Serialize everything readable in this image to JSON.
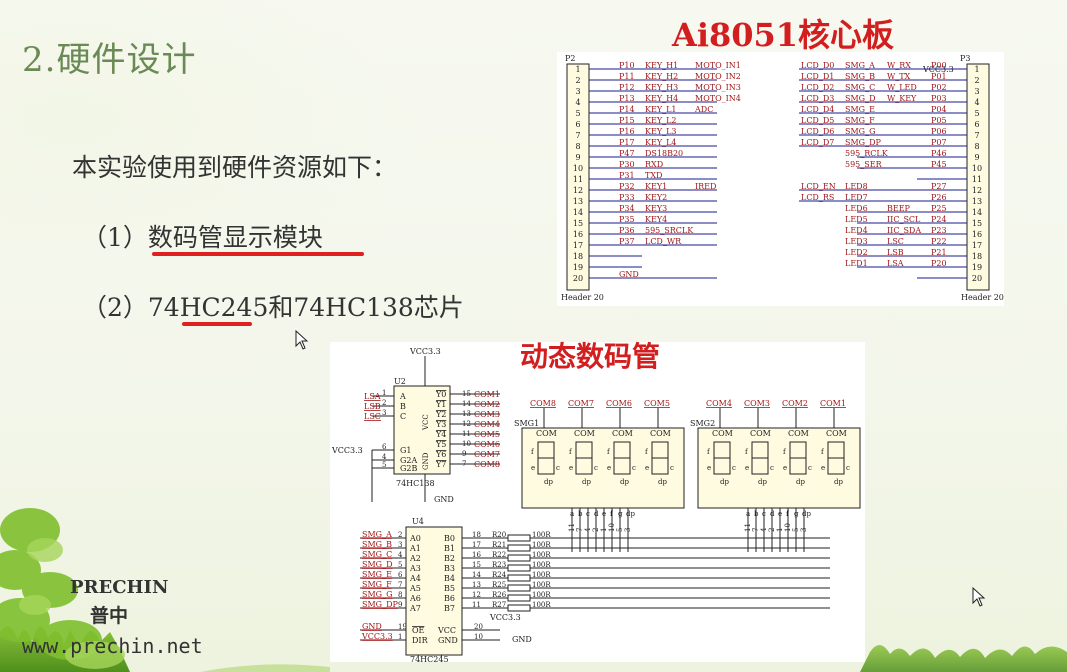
{
  "slide": {
    "title": "2.硬件设计",
    "intro": "本实验使用到硬件资源如下：",
    "items": [
      "（1）数码管显示模块",
      "（2）74HC245和74HC138芯片"
    ],
    "brand_en": "PRECHIN",
    "brand_cn": "普中",
    "website": "www.prechin.net"
  },
  "schematic1": {
    "title": "Ai8051核心板",
    "p2_label": "P2",
    "p2_footer": "Header 20",
    "p3_label": "P3",
    "p3_footer": "Header 20",
    "vcc": "VCC3.3",
    "p2_rows": [
      [
        "P10",
        "KEY_H1",
        "MOTO_IN1"
      ],
      [
        "P11",
        "KEY_H2",
        "MOTO_IN2"
      ],
      [
        "P12",
        "KEY_H3",
        "MOTO_IN3"
      ],
      [
        "P13",
        "KEY_H4",
        "MOTO_IN4"
      ],
      [
        "P14",
        "KEY_L1",
        "ADC"
      ],
      [
        "P15",
        "KEY_L2",
        ""
      ],
      [
        "P16",
        "KEY_L3",
        ""
      ],
      [
        "P17",
        "KEY_L4",
        ""
      ],
      [
        "P47",
        "DS18B20",
        ""
      ],
      [
        "P30",
        "RXD",
        ""
      ],
      [
        "P31",
        "TXD",
        ""
      ],
      [
        "P32",
        "KEY1",
        "IRED"
      ],
      [
        "P33",
        "KEY2",
        ""
      ],
      [
        "P34",
        "KEY3",
        ""
      ],
      [
        "P35",
        "KEY4",
        ""
      ],
      [
        "P36",
        "595_SRCLK",
        ""
      ],
      [
        "P37",
        "LCD_WR",
        ""
      ],
      [
        "",
        "",
        ""
      ],
      [
        "",
        "",
        ""
      ],
      [
        "GND",
        "",
        ""
      ]
    ],
    "p3_rows": [
      [
        "LCD_D0",
        "SMG_A",
        "W_RX",
        "P00"
      ],
      [
        "LCD_D1",
        "SMG_B",
        "W_TX",
        "P01"
      ],
      [
        "LCD_D2",
        "SMG_C",
        "W_LED",
        "P02"
      ],
      [
        "LCD_D3",
        "SMG_D",
        "W_KEY",
        "P03"
      ],
      [
        "LCD_D4",
        "SMG_E",
        "",
        "P04"
      ],
      [
        "LCD_D5",
        "SMG_F",
        "",
        "P05"
      ],
      [
        "LCD_D6",
        "SMG_G",
        "",
        "P06"
      ],
      [
        "LCD_D7",
        "SMG_DP",
        "",
        "P07"
      ],
      [
        "",
        "595_RCLK",
        "",
        "P46"
      ],
      [
        "",
        "595_SER",
        "",
        "P45"
      ],
      [
        "",
        "",
        "",
        ""
      ],
      [
        "LCD_EN",
        "LED8",
        "",
        "P27"
      ],
      [
        "LCD_RS",
        "LED7",
        "",
        "P26"
      ],
      [
        "",
        "LED6",
        "BEEP",
        "P25"
      ],
      [
        "",
        "LED5",
        "IIC_SCL",
        "P24"
      ],
      [
        "",
        "LED4",
        "IIC_SDA",
        "P23"
      ],
      [
        "",
        "LED3",
        "LSC",
        "P22"
      ],
      [
        "",
        "LED2",
        "LSB",
        "P21"
      ],
      [
        "",
        "LED1",
        "LSA",
        "P20"
      ],
      [
        "",
        "",
        "",
        ""
      ]
    ]
  },
  "schematic2": {
    "title": "动态数码管",
    "u2": "U2",
    "u2_part": "74HC138",
    "u4": "U4",
    "u4_part": "74HC245",
    "vcc": "VCC3.3",
    "gnd": "GND",
    "lsa": [
      "LSA",
      "LSB",
      "LSC"
    ],
    "u2_left_pins": [
      "A",
      "B",
      "C",
      "G1",
      "G2A",
      "G2B"
    ],
    "u2_left_nums": [
      "1",
      "2",
      "3",
      "6",
      "4",
      "5"
    ],
    "u2_right_pins": [
      "Y0",
      "Y1",
      "Y2",
      "Y3",
      "Y4",
      "Y5",
      "Y6",
      "Y7"
    ],
    "u2_right_nums": [
      "15",
      "14",
      "13",
      "12",
      "11",
      "10",
      "9",
      "7"
    ],
    "coms": [
      "COM1",
      "COM2",
      "COM3",
      "COM4",
      "COM5",
      "COM6",
      "COM7",
      "COM8"
    ],
    "smg1": "SMG1",
    "smg2": "SMG2",
    "smg1_coms": [
      "COM8",
      "COM7",
      "COM6",
      "COM5"
    ],
    "smg2_coms": [
      "COM4",
      "COM3",
      "COM2",
      "COM1"
    ],
    "seg_pins": [
      "11",
      "7",
      "4",
      "2",
      "1",
      "10",
      "5",
      "3"
    ],
    "seg_letters": [
      "a",
      "b",
      "c",
      "d",
      "e",
      "f",
      "g",
      "dp"
    ],
    "u4_inputs": [
      "SMG_A",
      "SMG_B",
      "SMG_C",
      "SMG_D",
      "SMG_E",
      "SMG_F",
      "SMG_G",
      "SMG_DP"
    ],
    "u4_in_nums": [
      "2",
      "3",
      "4",
      "5",
      "6",
      "7",
      "8",
      "9"
    ],
    "u4_a": [
      "A0",
      "A1",
      "A2",
      "A3",
      "A4",
      "A5",
      "A6",
      "A7"
    ],
    "u4_b": [
      "B0",
      "B1",
      "B2",
      "B3",
      "B4",
      "B5",
      "B6",
      "B7"
    ],
    "u4_out_nums": [
      "18",
      "17",
      "16",
      "15",
      "14",
      "13",
      "12",
      "11"
    ],
    "resistors": [
      "R20",
      "R21",
      "R22",
      "R23",
      "R24",
      "R25",
      "R26",
      "R27"
    ],
    "res_val": "100R",
    "u4_bottom": [
      "GND",
      "VCC3.3"
    ],
    "u4_bottom_nums": [
      "19",
      "1"
    ],
    "u4_bottom_pins": [
      "OE",
      "DIR"
    ],
    "u4_vcc": "VCC",
    "u4_gnd": "GND",
    "u4_r_nums": [
      "20",
      "10"
    ]
  }
}
